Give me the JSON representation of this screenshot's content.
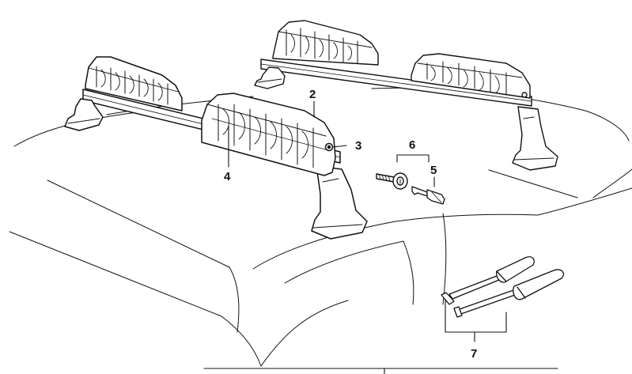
{
  "diagram": {
    "callouts": {
      "c2": "2",
      "c3": "3",
      "c4": "4",
      "c5": "5",
      "c6": "6",
      "c7": "7"
    },
    "parts": [
      "roof-contour",
      "front-ski-rack",
      "rear-ski-rack",
      "lock-cylinder",
      "key",
      "screwdriver-tool",
      "socket-tool"
    ],
    "colors": {
      "line": "#111111",
      "fill": "#ffffff",
      "background": "#ffffff"
    }
  }
}
